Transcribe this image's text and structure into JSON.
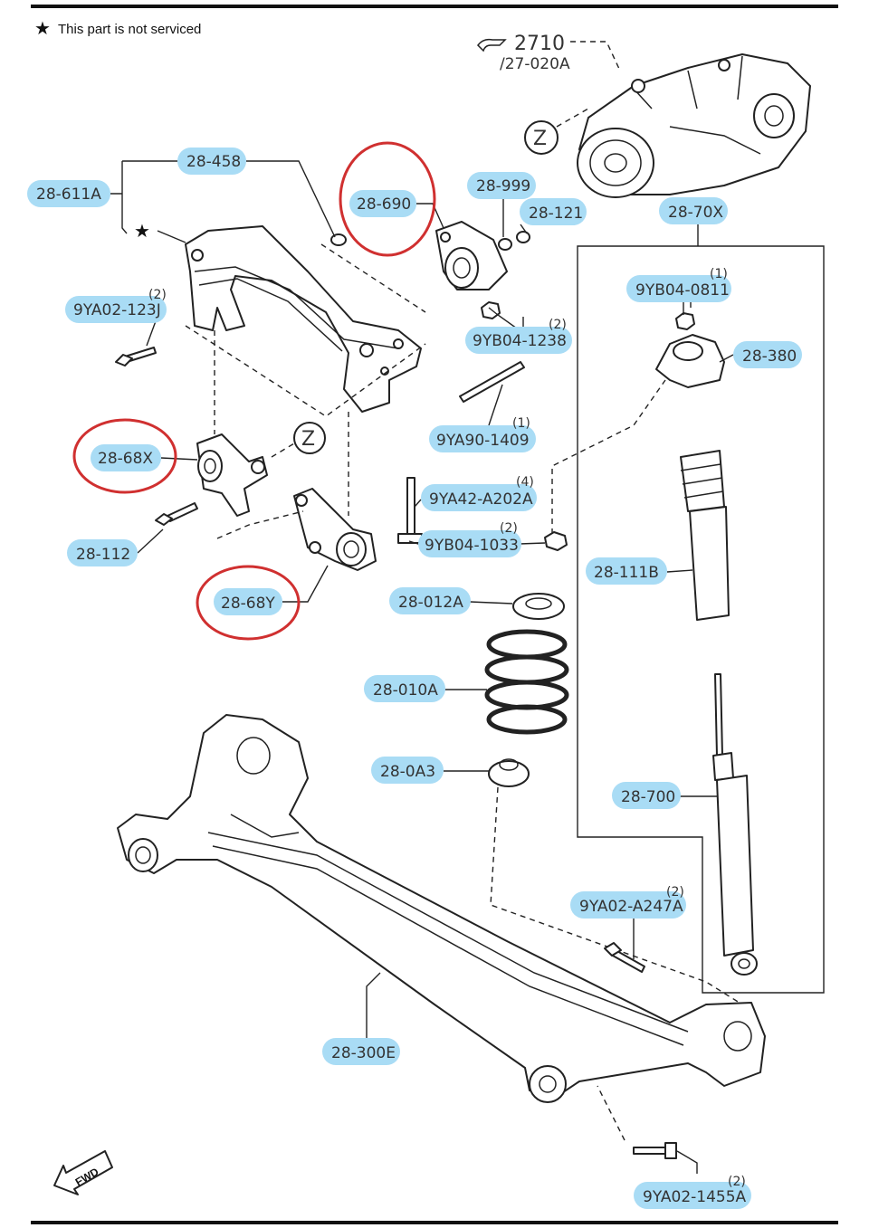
{
  "legend": {
    "star": "★",
    "text": "This part is not serviced"
  },
  "reference": {
    "code": "2710",
    "sub": "/27-020A"
  },
  "fwd": "FWD",
  "zone_marker": "Z",
  "callouts": [
    {
      "id": "c28611A",
      "label": "28-611A",
      "qty": ""
    },
    {
      "id": "c28458",
      "label": "28-458",
      "qty": ""
    },
    {
      "id": "c28690",
      "label": "28-690",
      "qty": ""
    },
    {
      "id": "c28999",
      "label": "28-999",
      "qty": ""
    },
    {
      "id": "c28121",
      "label": "28-121",
      "qty": ""
    },
    {
      "id": "c2870X",
      "label": "28-70X",
      "qty": ""
    },
    {
      "id": "c9YA02123J",
      "label": "9YA02-123J",
      "qty": "(2)"
    },
    {
      "id": "c9YB041238",
      "label": "9YB04-1238",
      "qty": "(2)"
    },
    {
      "id": "c9YB040811",
      "label": "9YB04-0811",
      "qty": "(1)"
    },
    {
      "id": "c28380",
      "label": "28-380",
      "qty": ""
    },
    {
      "id": "c9YA901409",
      "label": "9YA90-1409",
      "qty": "(1)"
    },
    {
      "id": "c2868X",
      "label": "28-68X",
      "qty": ""
    },
    {
      "id": "c9YA42A202A",
      "label": "9YA42-A202A",
      "qty": "(4)"
    },
    {
      "id": "c9YB041033",
      "label": "9YB04-1033",
      "qty": "(2)"
    },
    {
      "id": "c28112",
      "label": "28-112",
      "qty": ""
    },
    {
      "id": "c28111B",
      "label": "28-111B",
      "qty": ""
    },
    {
      "id": "c2868Y",
      "label": "28-68Y",
      "qty": ""
    },
    {
      "id": "c28012A",
      "label": "28-012A",
      "qty": ""
    },
    {
      "id": "c28010A",
      "label": "28-010A",
      "qty": ""
    },
    {
      "id": "c280A3",
      "label": "28-0A3",
      "qty": ""
    },
    {
      "id": "c28700",
      "label": "28-700",
      "qty": ""
    },
    {
      "id": "c9YA02A247A",
      "label": "9YA02-A247A",
      "qty": "(2)"
    },
    {
      "id": "c28300E",
      "label": "28-300E",
      "qty": ""
    },
    {
      "id": "c9YA021455A",
      "label": "9YA02-1455A",
      "qty": "(2)"
    }
  ],
  "colors": {
    "highlight": "#a9dcf5",
    "circle": "#d03030",
    "ink": "#222222"
  }
}
